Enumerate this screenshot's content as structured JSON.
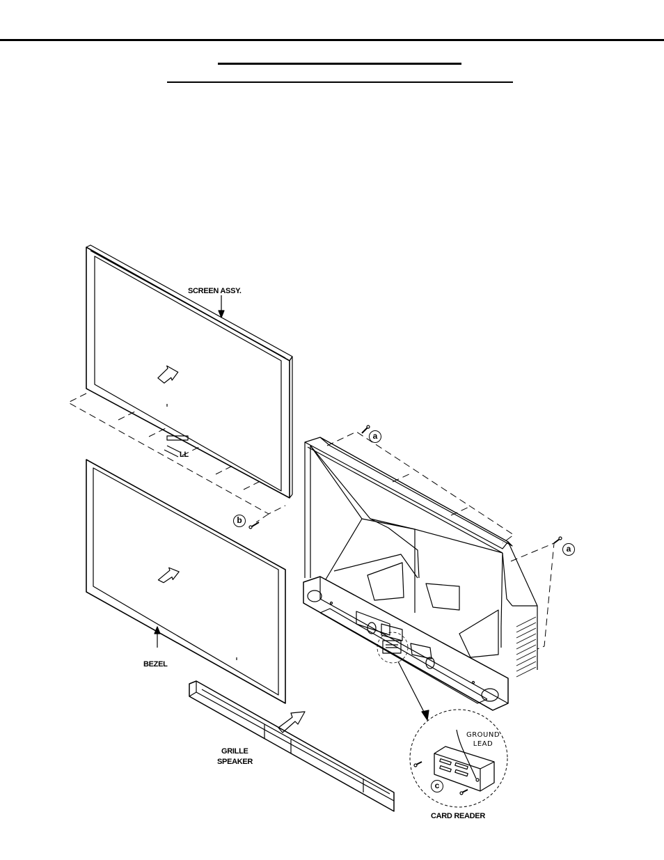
{
  "labels": {
    "screen_assy": "SCREEN ASSY.",
    "ll": "LL",
    "bezel": "BEZEL",
    "grille_line1": "GRILLE",
    "grille_line2": "SPEAKER",
    "ground_line1": "GROUND",
    "ground_line2": "LEAD",
    "card_reader": "CARD READER"
  },
  "callouts": {
    "a1": "a",
    "a2": "a",
    "b": "b",
    "c": "c"
  }
}
